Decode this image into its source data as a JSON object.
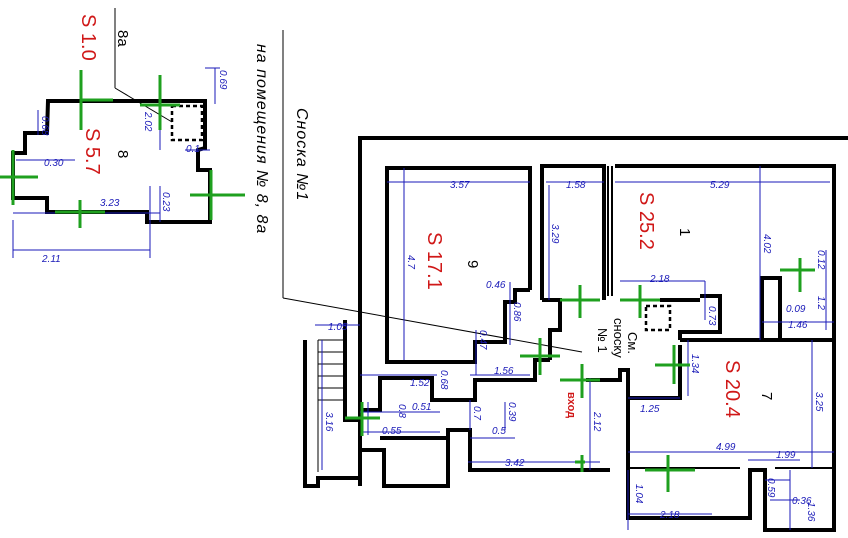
{
  "rooms": [
    {
      "id": "8a",
      "number": "8а",
      "area": "S 1.0"
    },
    {
      "id": "8",
      "number": "8",
      "area": "S 5.7"
    },
    {
      "id": "9",
      "number": "9",
      "area": "S 17.1"
    },
    {
      "id": "1",
      "number": "1",
      "area": "S 25.2"
    },
    {
      "id": "7",
      "number": "7",
      "area": "S 20.4"
    }
  ],
  "footnote": {
    "title": "Сноска №1",
    "text": "на помещения № 8, 8а",
    "ref_line1": "См.",
    "ref_line2": "сноску",
    "ref_line3": "№ 1"
  },
  "entry_label": "вход",
  "dimensions": {
    "r8_top": "0.69",
    "r8_a": "2.02",
    "r8_b": "0.1",
    "r8_c": "0.68",
    "r8_d": "0.30",
    "r8_e": "3.23",
    "r8_f": "0.23",
    "r8_g": "2.11",
    "r9_top": "3.57",
    "r9_left": "4.7",
    "r9_a": "0.46",
    "r9_b": "0.86",
    "r1_a": "1.58",
    "r1_b": "5.29",
    "r1_c": "3.29",
    "r1_d": "4.02",
    "r1_e": "2.18",
    "r1_f": "0.73",
    "r1_g": "0.12",
    "r1_h": "0.09",
    "r1_i": "1.2",
    "r1_j": "1.46",
    "stair_a": "1.05",
    "stair_b": "3.16",
    "h_a": "1.52",
    "h_b": "0.68",
    "h_c": "0.47",
    "h_d": "1.56",
    "h_e": "0.8",
    "h_f": "0.51",
    "h_g": "0.55",
    "h_h": "0.7",
    "h_i": "0.39",
    "h_j": "0.5",
    "h_k": "2.12",
    "h_l": "3.42",
    "h_m": "1.34",
    "r7_a": "1.25",
    "r7_b": "3.25",
    "r7_c": "4.99",
    "r7_d": "1.99",
    "r7_e": "1.04",
    "r7_f": "0.59",
    "r7_g": "0.36",
    "r7_h": "1.36",
    "r7_i": "2.18"
  },
  "colors": {
    "wall": "#000000",
    "dimension": "#1a1ab8",
    "area_text": "#d01818",
    "door_marker": "#1fa01f"
  }
}
